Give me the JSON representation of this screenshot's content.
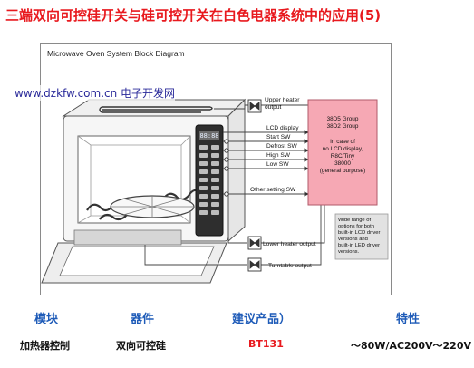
{
  "title": "三端双向可控硅开关与硅可控开关在白色电器系统中的应用(5)",
  "watermark": "www.dzkfw.com.cn 电子开发网",
  "diagram": {
    "heading": "Microwave Oven System Block Diagram",
    "mcu": [
      "38D5 Group",
      "38D2 Group",
      "In case of",
      "no LCD display,",
      "R8C/Tiny",
      "38000",
      "(general purpose)"
    ],
    "labels": {
      "upper_heater": [
        "Upper heater",
        "output"
      ],
      "lcd_display": "LCD display",
      "start_sw": "Start SW",
      "defrost_sw": "Defrost SW",
      "high_sw": "High SW",
      "low_sw": "Low SW",
      "other_sw": "Other setting SW",
      "lower_heater": "Lower heater output",
      "turntable": "Turntable output"
    },
    "note": [
      "Wide range of",
      "options for both",
      "built-in LCD driver",
      "versions and",
      "built-in LED driver",
      "versions."
    ],
    "panel_display": "88:88",
    "colors": {
      "mcu": "#f6a8b4",
      "note": "#e2e2e2",
      "title": "#e8191e",
      "header": "#1e5bb8"
    }
  },
  "table": {
    "headers": [
      "模块",
      "器件",
      "建议产品）",
      "特性"
    ],
    "row": [
      "加热器控制",
      "双向可控硅",
      "BT131",
      "～80W/AC200V～220V"
    ]
  }
}
